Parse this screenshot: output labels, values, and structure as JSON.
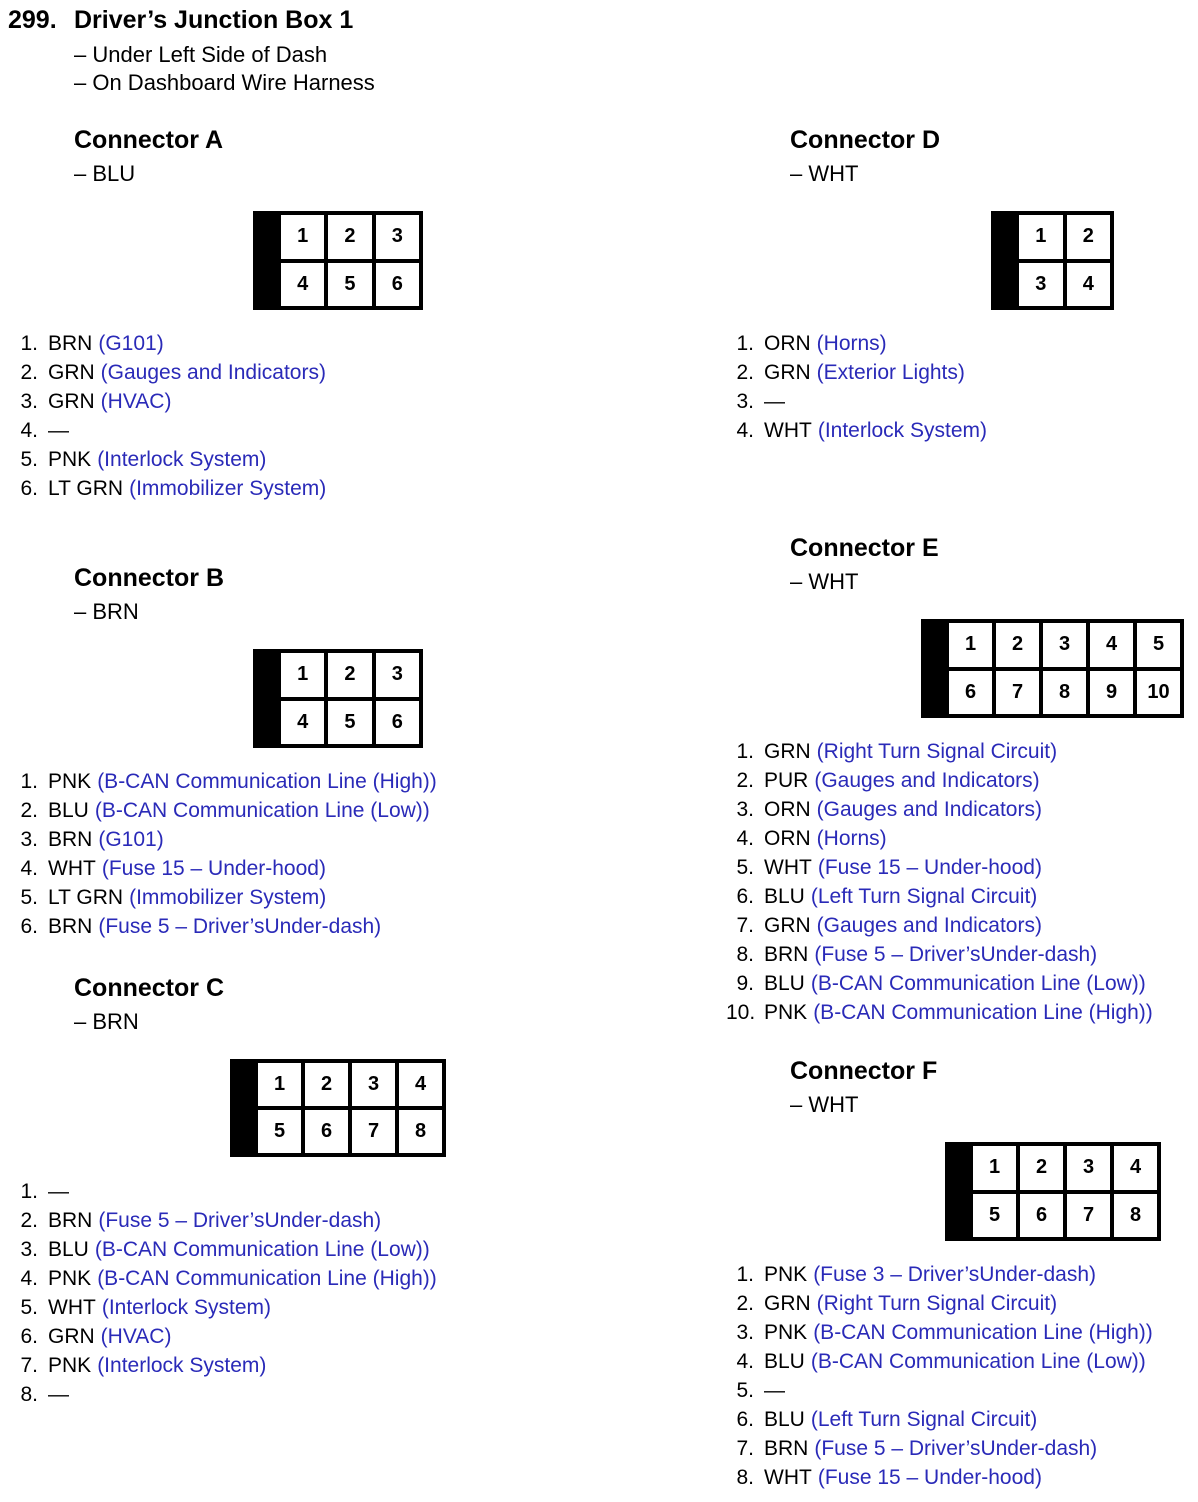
{
  "header": {
    "number": "299.",
    "title": "Driver’s Junction Box 1",
    "locations": [
      "– Under Left Side of Dash",
      "– On Dashboard Wire Harness"
    ]
  },
  "connectors": {
    "A": {
      "title": "Connector A",
      "color": "– BLU",
      "grid_rows": [
        [
          "1",
          "2",
          "3"
        ],
        [
          "4",
          "5",
          "6"
        ]
      ],
      "pins": [
        {
          "num": "1.",
          "wire": "BRN",
          "desc": "(G101)"
        },
        {
          "num": "2.",
          "wire": "GRN",
          "desc": "(Gauges and Indicators)"
        },
        {
          "num": "3.",
          "wire": "GRN",
          "desc": "(HVAC)"
        },
        {
          "num": "4.",
          "wire": "—",
          "desc": ""
        },
        {
          "num": "5.",
          "wire": "PNK",
          "desc": "(Interlock System)"
        },
        {
          "num": "6.",
          "wire": "LT GRN",
          "desc": "(Immobilizer System)"
        }
      ]
    },
    "B": {
      "title": "Connector B",
      "color": "– BRN",
      "grid_rows": [
        [
          "1",
          "2",
          "3"
        ],
        [
          "4",
          "5",
          "6"
        ]
      ],
      "pins": [
        {
          "num": "1.",
          "wire": "PNK",
          "desc": "(B-CAN Communication Line (High))"
        },
        {
          "num": "2.",
          "wire": "BLU",
          "desc": "(B-CAN Communication Line (Low))"
        },
        {
          "num": "3.",
          "wire": "BRN",
          "desc": "(G101)"
        },
        {
          "num": "4.",
          "wire": "WHT",
          "desc": "(Fuse 15 – Under-hood)"
        },
        {
          "num": "5.",
          "wire": "LT GRN",
          "desc": "(Immobilizer System)"
        },
        {
          "num": "6.",
          "wire": "BRN",
          "desc": "(Fuse 5 – Driver’sUnder-dash)"
        }
      ]
    },
    "C": {
      "title": "Connector C",
      "color": "– BRN",
      "grid_rows": [
        [
          "1",
          "2",
          "3",
          "4"
        ],
        [
          "5",
          "6",
          "7",
          "8"
        ]
      ],
      "pins": [
        {
          "num": "1.",
          "wire": "—",
          "desc": ""
        },
        {
          "num": "2.",
          "wire": "BRN",
          "desc": "(Fuse 5 – Driver’sUnder-dash)"
        },
        {
          "num": "3.",
          "wire": "BLU",
          "desc": "(B-CAN Communication Line (Low))"
        },
        {
          "num": "4.",
          "wire": "PNK",
          "desc": "(B-CAN Communication Line (High))"
        },
        {
          "num": "5.",
          "wire": "WHT",
          "desc": "(Interlock System)"
        },
        {
          "num": "6.",
          "wire": "GRN",
          "desc": "(HVAC)"
        },
        {
          "num": "7.",
          "wire": "PNK",
          "desc": "(Interlock System)"
        },
        {
          "num": "8.",
          "wire": "—",
          "desc": ""
        }
      ]
    },
    "D": {
      "title": "Connector D",
      "color": "– WHT",
      "grid_rows": [
        [
          "1",
          "2"
        ],
        [
          "3",
          "4"
        ]
      ],
      "pins": [
        {
          "num": "1.",
          "wire": "ORN",
          "desc": "(Horns)"
        },
        {
          "num": "2.",
          "wire": "GRN",
          "desc": "(Exterior Lights)"
        },
        {
          "num": "3.",
          "wire": "—",
          "desc": ""
        },
        {
          "num": "4.",
          "wire": "WHT",
          "desc": "(Interlock System)"
        }
      ]
    },
    "E": {
      "title": "Connector E",
      "color": "– WHT",
      "grid_rows": [
        [
          "1",
          "2",
          "3",
          "4",
          "5"
        ],
        [
          "6",
          "7",
          "8",
          "9",
          "10"
        ]
      ],
      "pins": [
        {
          "num": "1.",
          "wire": "GRN",
          "desc": "(Right Turn Signal Circuit)"
        },
        {
          "num": "2.",
          "wire": "PUR",
          "desc": "(Gauges and Indicators)"
        },
        {
          "num": "3.",
          "wire": "ORN",
          "desc": "(Gauges and Indicators)"
        },
        {
          "num": "4.",
          "wire": "ORN",
          "desc": "(Horns)"
        },
        {
          "num": "5.",
          "wire": "WHT",
          "desc": "(Fuse 15 – Under-hood)"
        },
        {
          "num": "6.",
          "wire": "BLU",
          "desc": "(Left Turn Signal Circuit)"
        },
        {
          "num": "7.",
          "wire": "GRN",
          "desc": "(Gauges and Indicators)"
        },
        {
          "num": "8.",
          "wire": "BRN",
          "desc": "(Fuse 5 – Driver’sUnder-dash)"
        },
        {
          "num": "9.",
          "wire": "BLU",
          "desc": "(B-CAN Communication Line (Low))"
        },
        {
          "num": "10.",
          "wire": "PNK",
          "desc": "(B-CAN Communication Line (High))"
        }
      ]
    },
    "F": {
      "title": "Connector F",
      "color": "– WHT",
      "grid_rows": [
        [
          "1",
          "2",
          "3",
          "4"
        ],
        [
          "5",
          "6",
          "7",
          "8"
        ]
      ],
      "pins": [
        {
          "num": "1.",
          "wire": "PNK",
          "desc": "(Fuse 3 – Driver’sUnder-dash)"
        },
        {
          "num": "2.",
          "wire": "GRN",
          "desc": "(Right Turn Signal Circuit)"
        },
        {
          "num": "3.",
          "wire": "PNK",
          "desc": "(B-CAN Communication Line (High))"
        },
        {
          "num": "4.",
          "wire": "BLU",
          "desc": "(B-CAN Communication Line (Low))"
        },
        {
          "num": "5.",
          "wire": "—",
          "desc": ""
        },
        {
          "num": "6.",
          "wire": "BLU",
          "desc": "(Left Turn Signal Circuit)"
        },
        {
          "num": "7.",
          "wire": "BRN",
          "desc": "(Fuse 5 – Driver’sUnder-dash)"
        },
        {
          "num": "8.",
          "wire": "WHT",
          "desc": "(Fuse 15 – Under-hood)"
        }
      ]
    }
  }
}
